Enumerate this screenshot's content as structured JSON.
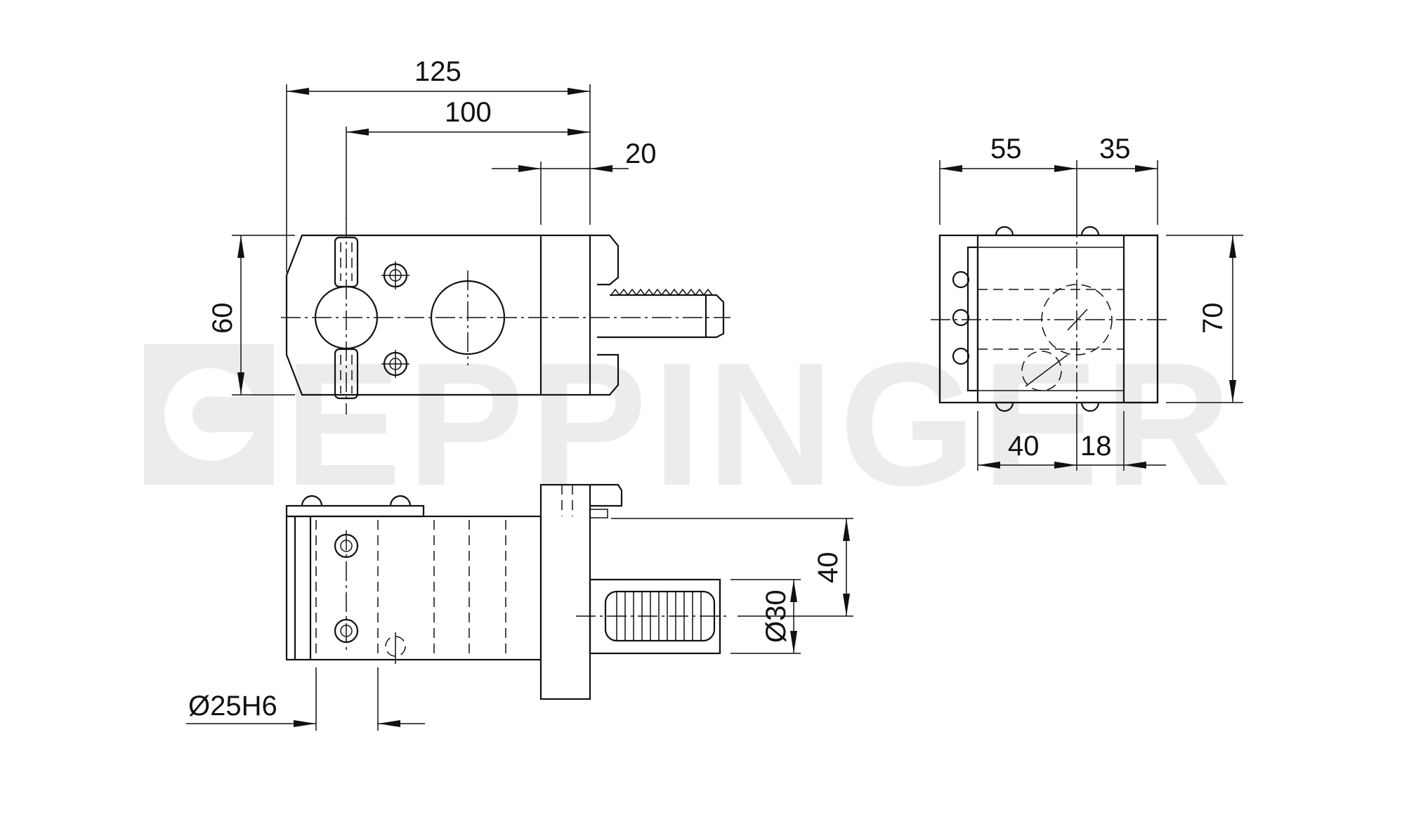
{
  "watermark": {
    "brand": "EPPINGER",
    "color": "#ececec"
  },
  "dimensions": {
    "top_view": {
      "overall_length": "125",
      "bore_to_flange": "100",
      "flange_width": "20",
      "height": "60"
    },
    "end_view": {
      "left_width": "55",
      "right_width": "35",
      "height": "70",
      "bottom_left": "40",
      "bottom_right": "18"
    },
    "side_view": {
      "shank_diameter": "Ø30",
      "center_height": "40",
      "bore_diameter": "Ø25H6"
    }
  }
}
